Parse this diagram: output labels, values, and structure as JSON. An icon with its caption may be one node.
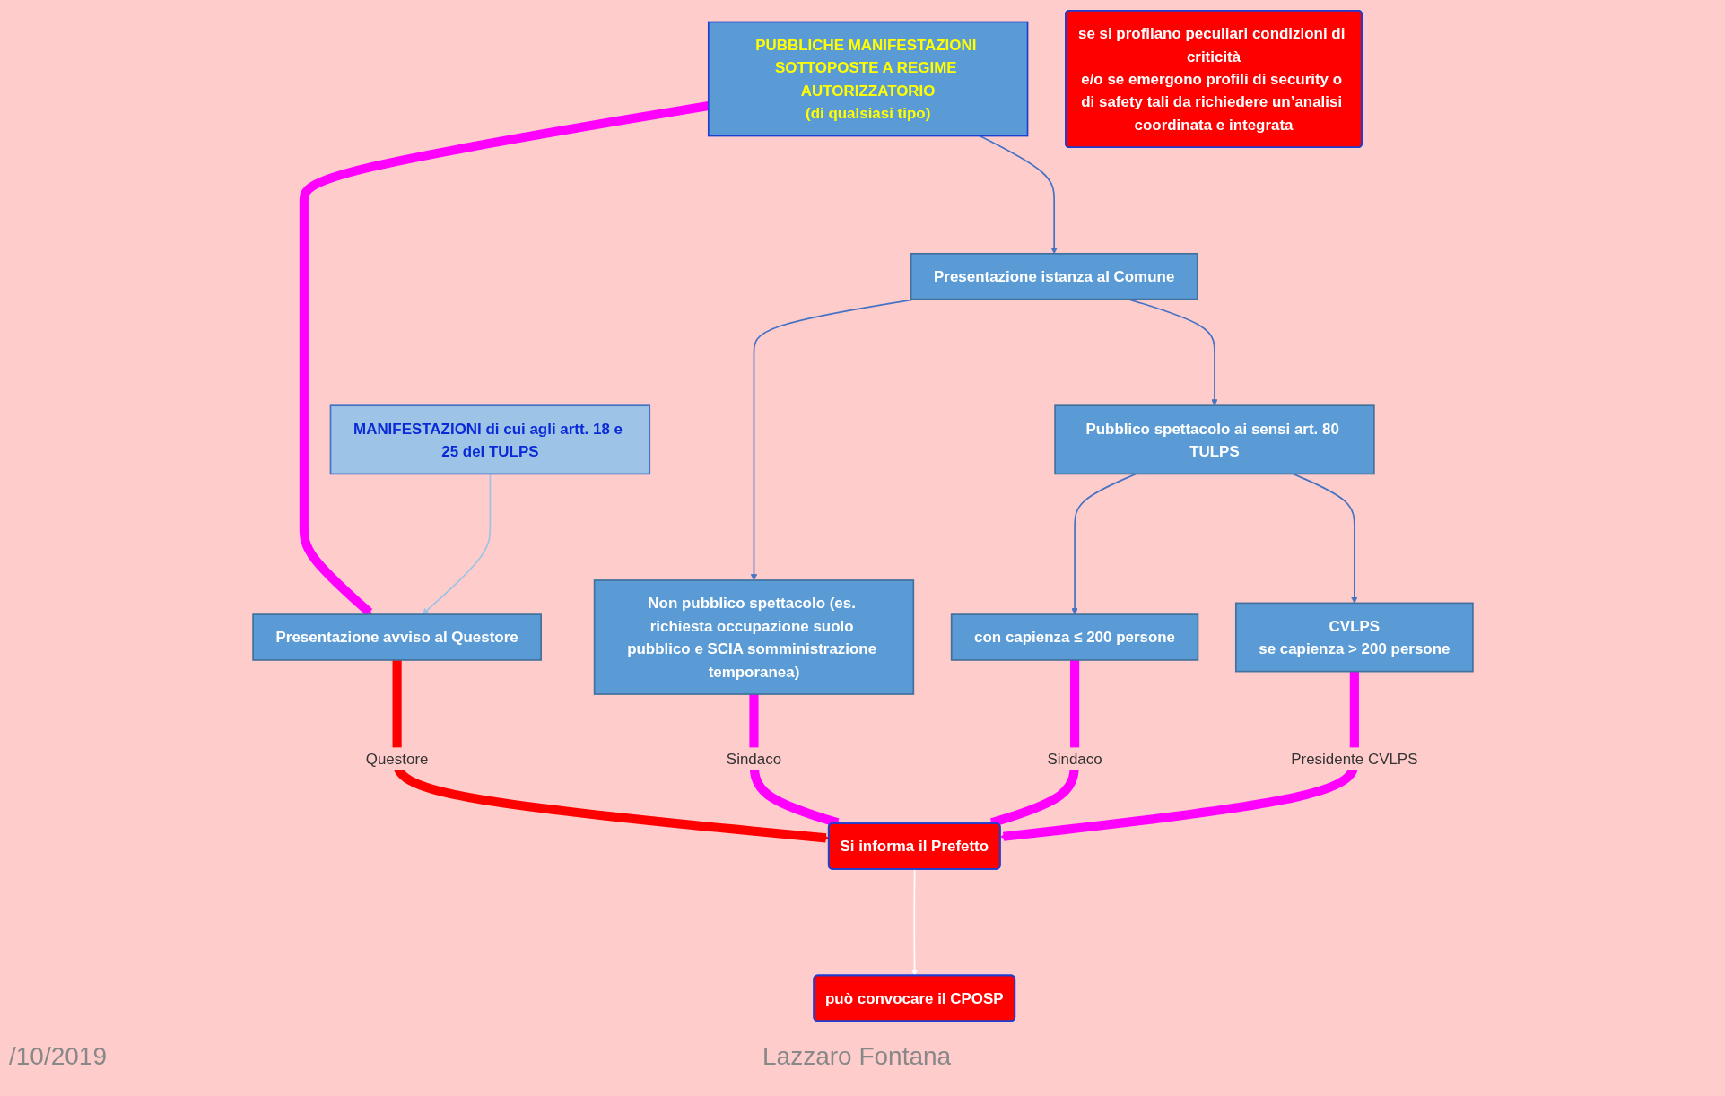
{
  "diagram": {
    "nodes": [
      {
        "text": [
          "PUBBLICHE MANIFESTAZIONI SOTTOPOSTE A REGIME AUTORIZZATORIO",
          "(di qualsiasi tipo)"
        ]
      },
      {
        "text": [
          "MANIFESTAZIONI di cui agli artt. 18 e 25 del TULPS"
        ]
      },
      {
        "text": [
          "Presentazione istanza al Comune"
        ]
      },
      {
        "text": [
          "se si profilano peculiari condizioni di criticità",
          "e/o se emergono profili di security o di safety tali da richiedere un’analisi coordinata e integrata"
        ]
      },
      {
        "text": [
          "Presentazione avviso al Questore"
        ]
      },
      {
        "text": [
          "Pubblico spettacolo ai sensi art. 80 TULPS"
        ]
      },
      {
        "text": [
          "Non pubblico spettacolo (es. richiesta occupazione suolo pubblico e SCIA somministrazione temporanea)"
        ]
      },
      {
        "text": [
          "CVLPS",
          "se capienza > 200 persone"
        ]
      },
      {
        "text": [
          "con capienza ≤ 200 persone"
        ]
      },
      {
        "text": [
          "Si informa il Prefetto"
        ]
      },
      {
        "text": [
          "può convocare il CPOSP"
        ]
      }
    ],
    "edges": [
      {
        "from": 0,
        "to": 4,
        "arrow": "to",
        "style": "thick",
        "color": "#ff00ff"
      },
      {
        "from": 1,
        "to": 4,
        "arrow": "to",
        "color": "#9dc3e6"
      },
      {
        "from": 0,
        "to": 2,
        "arrow": "to"
      },
      {
        "from": 2,
        "to": 5,
        "arrow": "to"
      },
      {
        "from": 2,
        "to": 6,
        "arrow": "to"
      },
      {
        "from": 5,
        "to": 7,
        "arrow": "to"
      },
      {
        "from": 5,
        "to": 8,
        "arrow": "to"
      },
      {
        "from": 4,
        "to": 9,
        "label": "Questore",
        "arrow": "to",
        "style": "thick",
        "color": "#ff0000"
      },
      {
        "from": 6,
        "to": 9,
        "label": "Sindaco",
        "arrow": "to",
        "style": "thick",
        "color": "#ff00ff"
      },
      {
        "from": 8,
        "to": 9,
        "label": "Sindaco",
        "arrow": "to",
        "style": "thick",
        "color": "#ff00ff"
      },
      {
        "from": 7,
        "to": 9,
        "label": "Presidente CVLPS",
        "arrow": "to",
        "style": "thick",
        "color": "#ff00ff"
      },
      {
        "from": 9,
        "to": 10,
        "arrow": "to",
        "color": "#ffffff"
      }
    ],
    "labels": [
      "/10/2019",
      "Lazzaro Fontana"
    ]
  }
}
